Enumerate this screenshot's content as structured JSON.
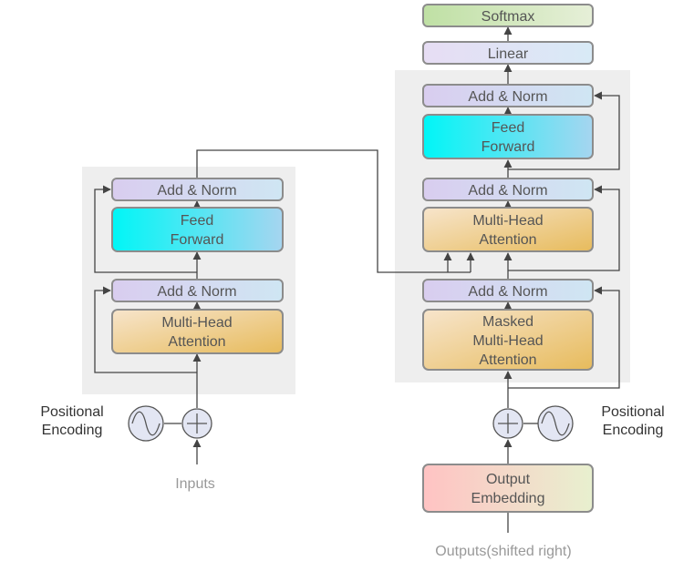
{
  "encoder": {
    "blocks": {
      "add_norm_top": "Add & Norm",
      "feed_forward": [
        "Feed",
        "Forward"
      ],
      "add_norm_bottom": "Add & Norm",
      "attention": [
        "Multi-Head",
        "Attention"
      ]
    },
    "positional_encoding": [
      "Positional",
      "Encoding"
    ],
    "input_label": "Inputs"
  },
  "decoder": {
    "softmax": "Softmax",
    "linear": "Linear",
    "blocks": {
      "add_norm_ff": "Add & Norm",
      "feed_forward": [
        "Feed",
        "Forward"
      ],
      "add_norm_cross": "Add & Norm",
      "cross_attention": [
        "Multi-Head",
        "Attention"
      ],
      "add_norm_masked": "Add & Norm",
      "masked_attention": [
        "Masked",
        "Multi-Head",
        "Attention"
      ]
    },
    "output_embedding": [
      "Output",
      "Embedding"
    ],
    "positional_encoding": [
      "Positional",
      "Encoding"
    ],
    "output_label": "Outputs(shifted right)"
  },
  "colors": {
    "add_norm": [
      "#d9cdef",
      "#cfe6f3"
    ],
    "feed_forward": [
      "#00f6f6",
      "#a6d5f0"
    ],
    "attention": [
      "#f7e5cc",
      "#e7bb5c"
    ],
    "softmax": [
      "#bfe0a4",
      "#e6efd8"
    ],
    "linear": [
      "#e7ddf4",
      "#d8eaf6"
    ],
    "output_embedding": [
      "#ffc3c3",
      "#e8f0cf"
    ],
    "panel": "#eeeeee",
    "border": "#8c8c8c",
    "wire": "#444444"
  }
}
